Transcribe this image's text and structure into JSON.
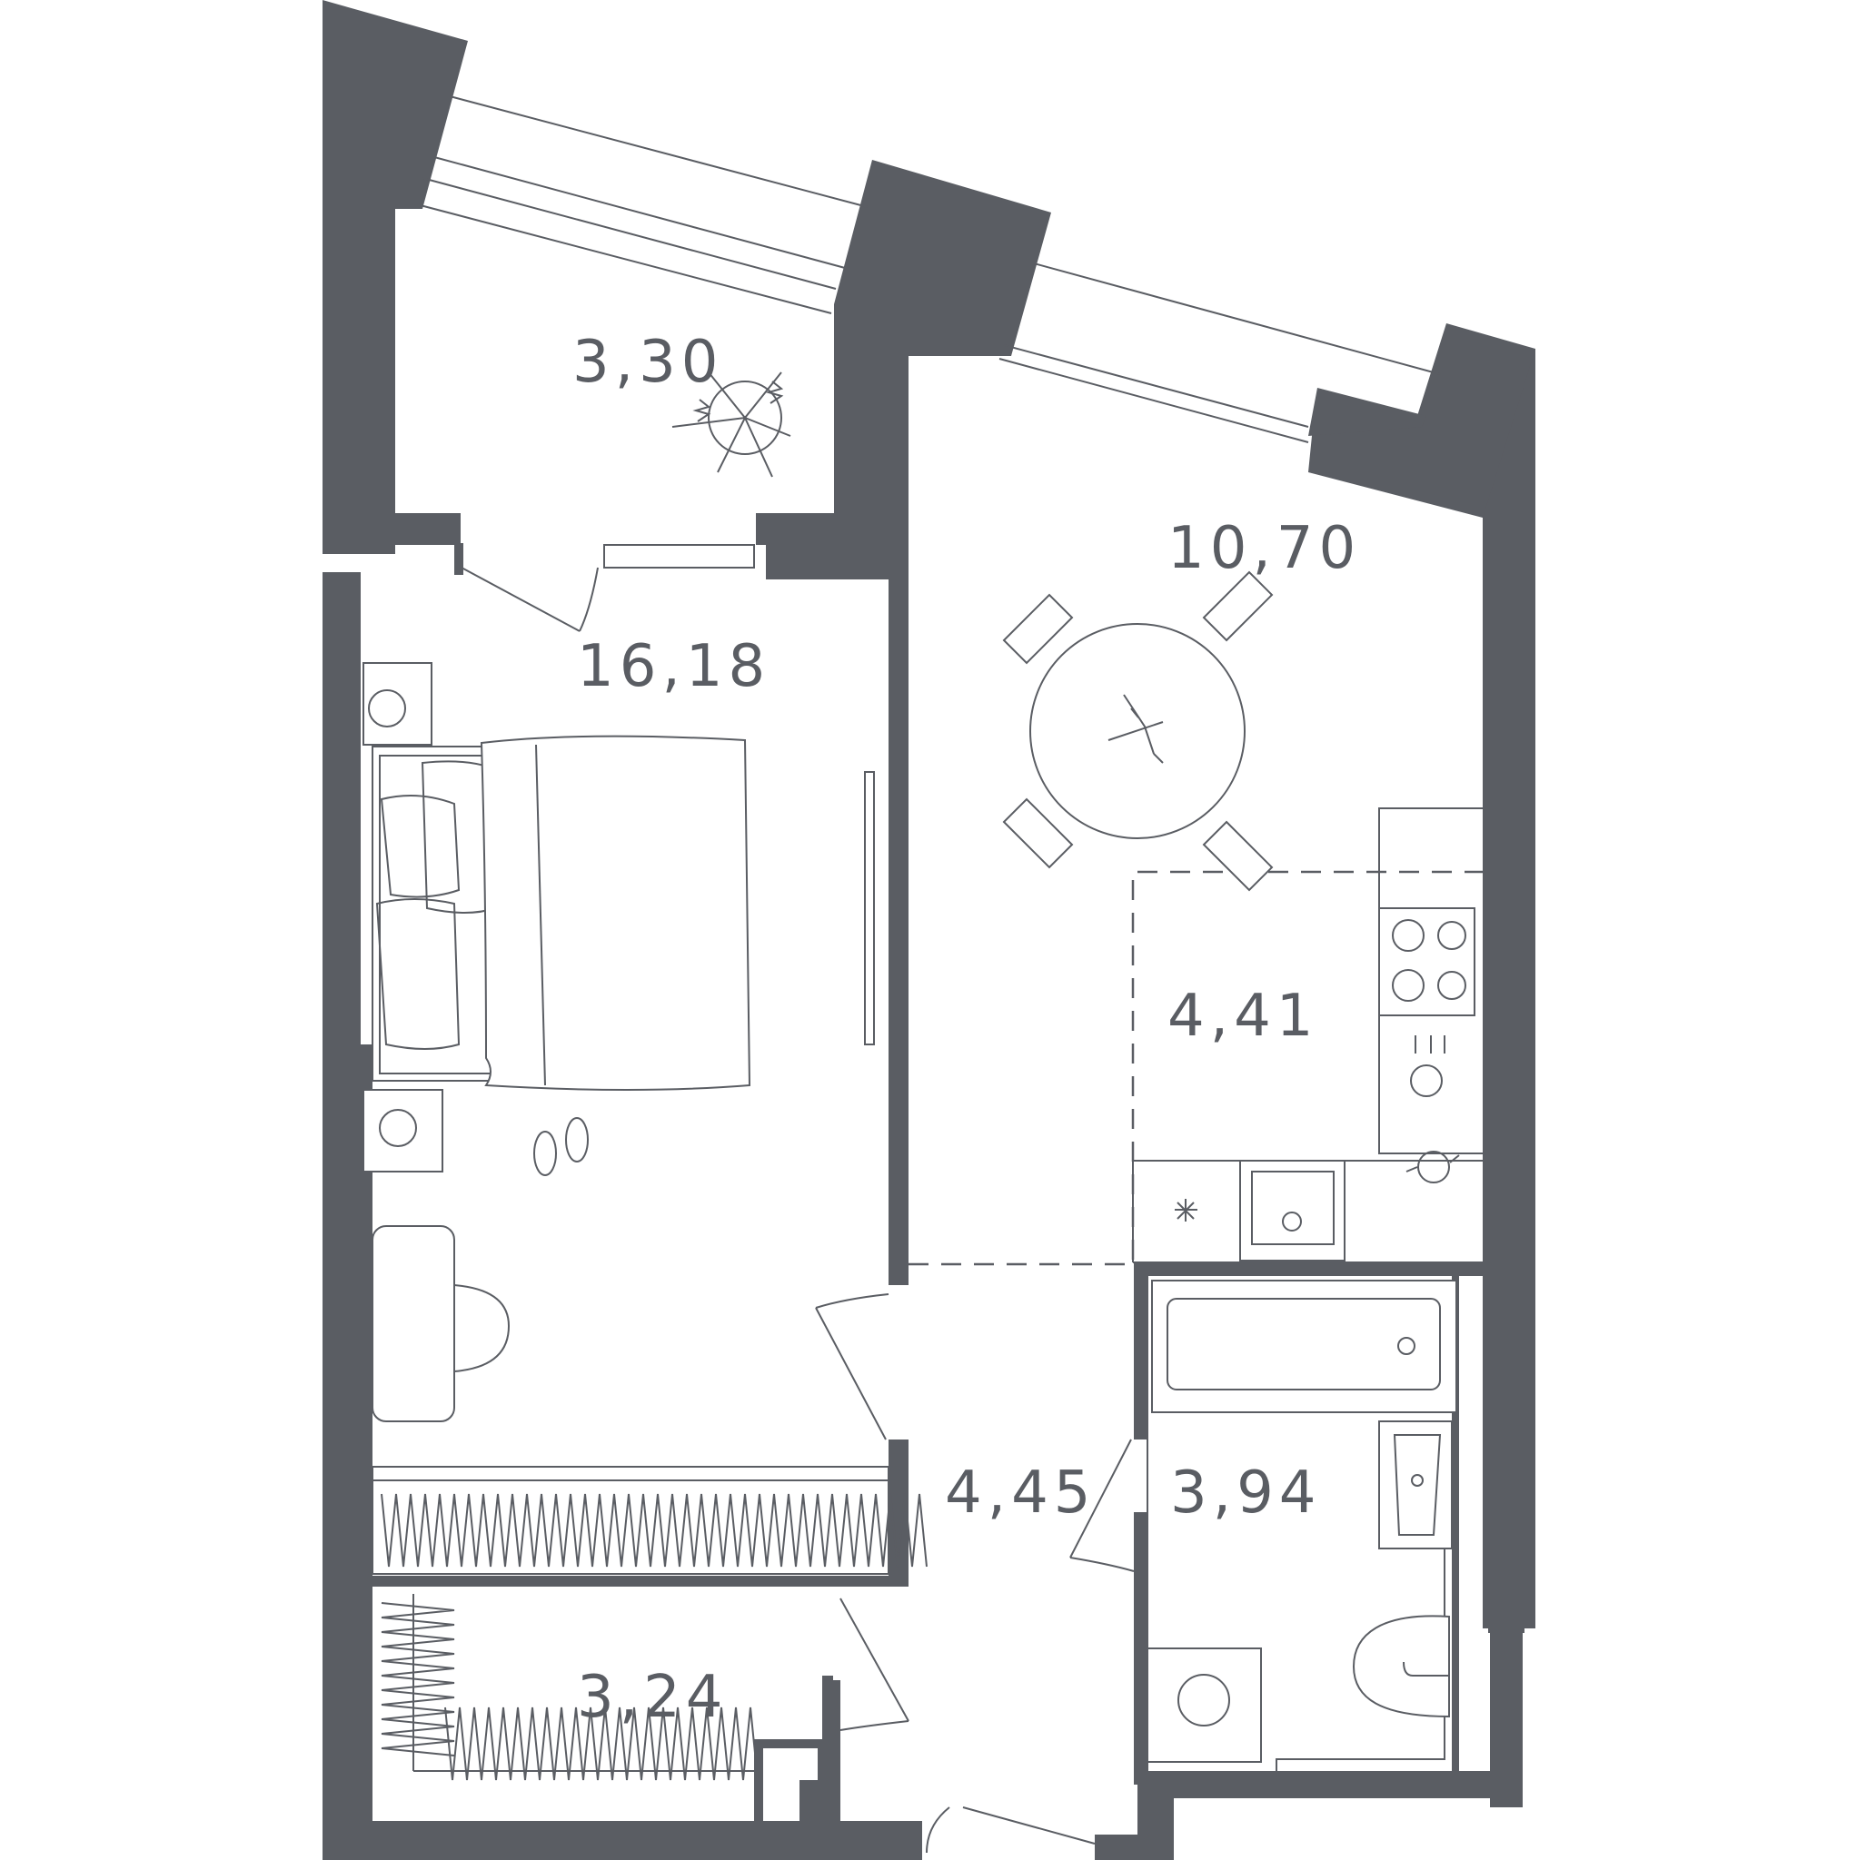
{
  "floor_plan": {
    "rooms": [
      {
        "id": "balcony",
        "area": "3,30"
      },
      {
        "id": "bedroom",
        "area": "16,18"
      },
      {
        "id": "living-room",
        "area": "10,70"
      },
      {
        "id": "kitchen",
        "area": "4,41"
      },
      {
        "id": "hallway",
        "area": "4,45"
      },
      {
        "id": "bathroom",
        "area": "3,94"
      },
      {
        "id": "wardrobe",
        "area": "3,24"
      }
    ],
    "colors": {
      "wall": "#5a5d63",
      "background": "#ffffff"
    }
  }
}
